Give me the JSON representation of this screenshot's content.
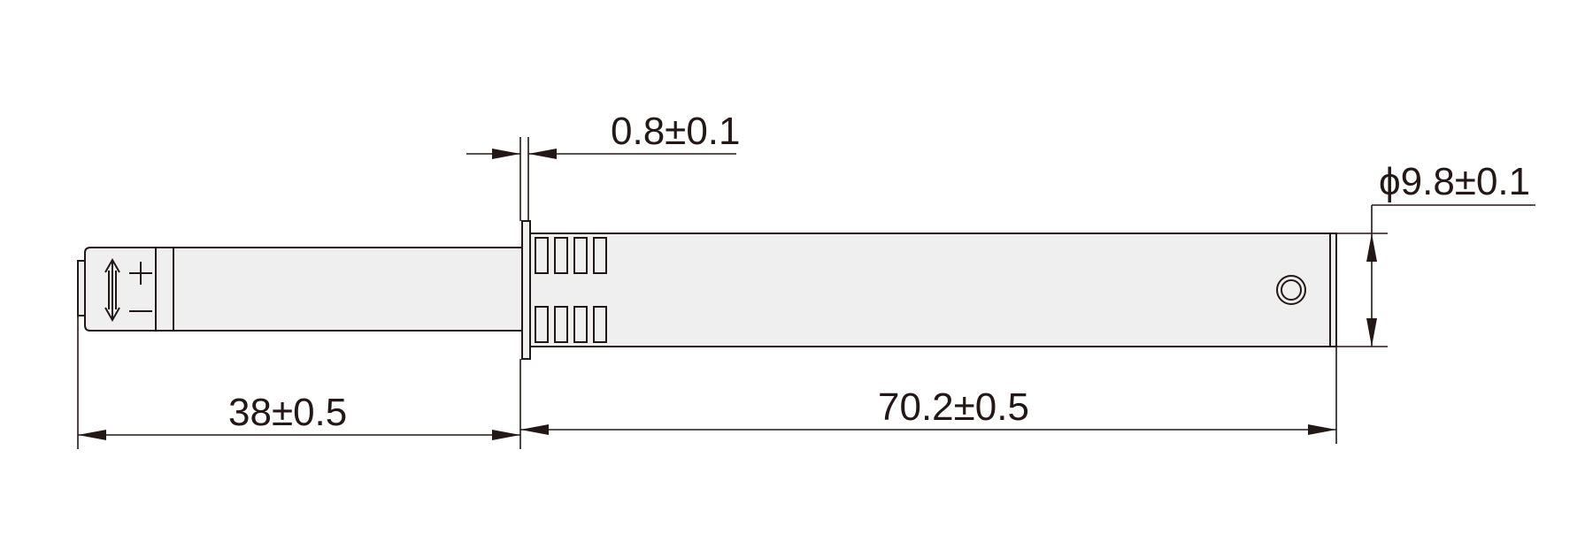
{
  "drawing": {
    "dimensions": {
      "flange_thickness": "0.8±0.1",
      "diameter": "ϕ9.8±0.1",
      "left_length": "38±0.5",
      "right_length": "70.2±0.5"
    },
    "colors": {
      "line": "#231815",
      "body_fill": "#efefef"
    },
    "icons": [
      "double-arrow-icon",
      "plus-icon",
      "minus-icon"
    ]
  }
}
